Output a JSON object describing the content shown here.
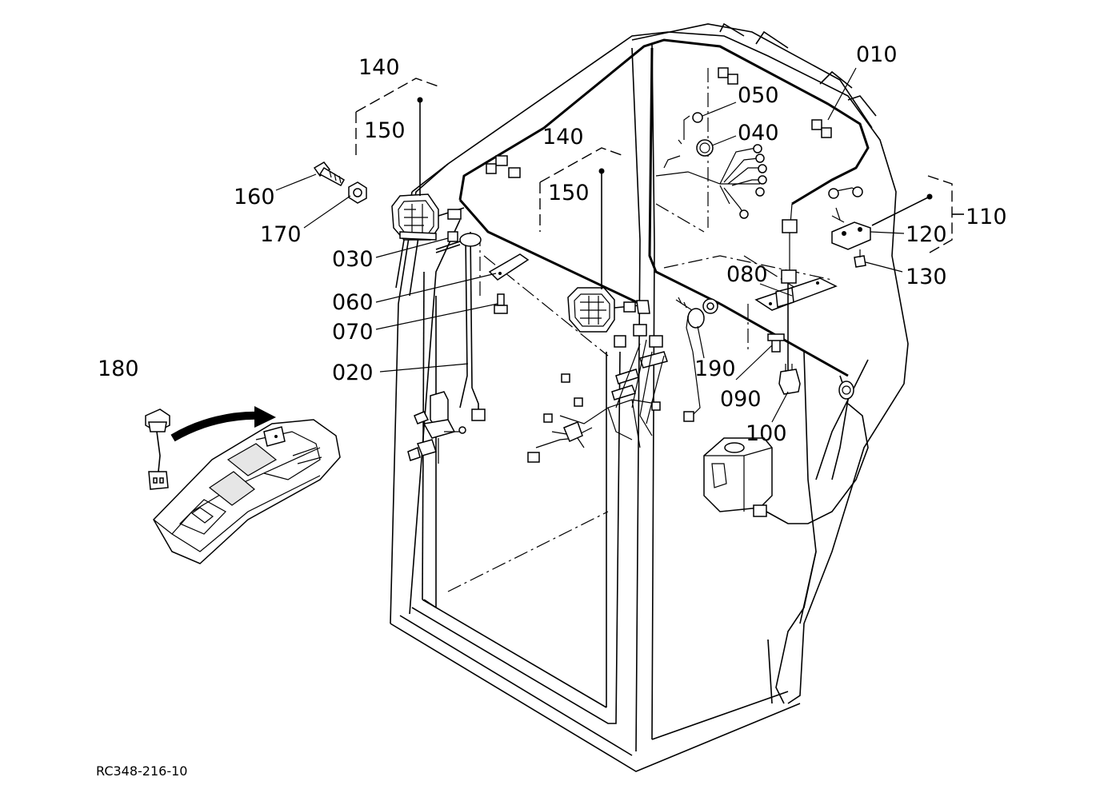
{
  "diagram_code": "RC348-216-10",
  "callouts": {
    "p010": "010",
    "p020": "020",
    "p030": "030",
    "p040": "040",
    "p050": "050",
    "p060": "060",
    "p070": "070",
    "p080": "080",
    "p090": "090",
    "p100": "100",
    "p110": "110",
    "p120": "120",
    "p130": "130",
    "p140a": "140",
    "p140b": "140",
    "p150a": "150",
    "p150b": "150",
    "p160": "160",
    "p170": "170",
    "p180": "180",
    "p190": "190"
  }
}
